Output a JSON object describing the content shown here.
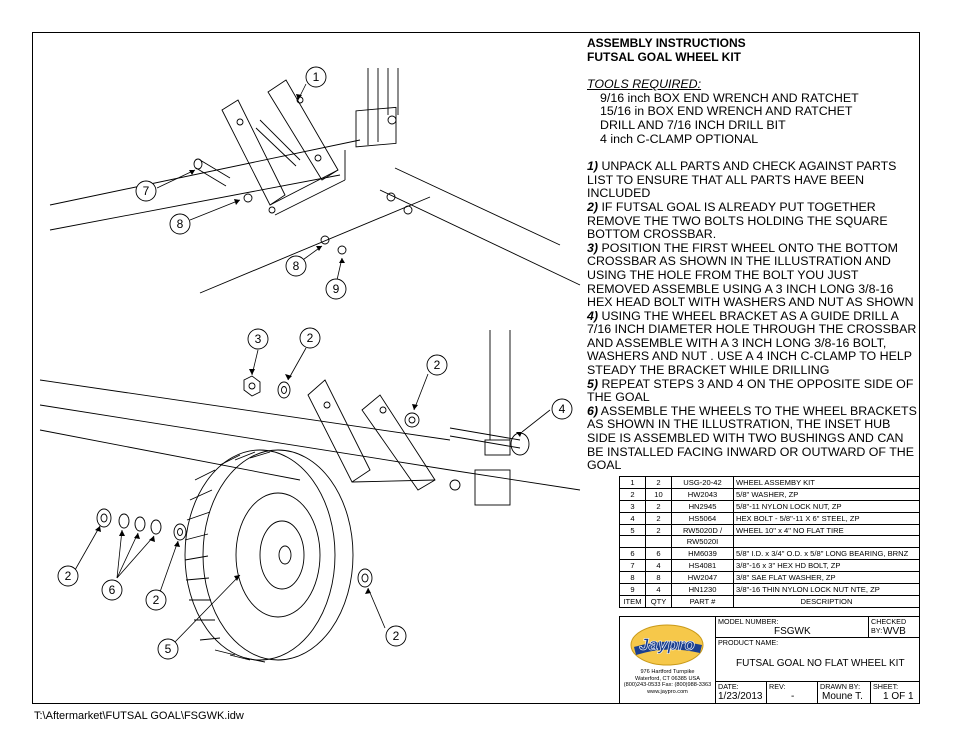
{
  "header": {
    "line1": "ASSEMBLY INSTRUCTIONS",
    "line2": "FUTSAL GOAL WHEEL KIT"
  },
  "tools": {
    "heading": "TOOLS REQUIRED:",
    "items": [
      "9/16 inch BOX END WRENCH AND RATCHET",
      "15/16 in BOX END WRENCH AND RATCHET",
      "DRILL AND 7/16 INCH DRILL BIT",
      "4 inch C-CLAMP OPTIONAL"
    ]
  },
  "steps": [
    {
      "num": "1)",
      "text": " UNPACK ALL PARTS AND CHECK AGAINST PARTS LIST TO ENSURE THAT ALL PARTS HAVE BEEN INCLUDED"
    },
    {
      "num": "2)",
      "text": " IF FUTSAL GOAL IS ALREADY PUT TOGETHER REMOVE THE TWO BOLTS HOLDING THE SQUARE BOTTOM CROSSBAR."
    },
    {
      "num": "3)",
      "text": " POSITION THE FIRST WHEEL ONTO THE BOTTOM CROSSBAR AS SHOWN IN THE ILLUSTRATION AND USING THE HOLE FROM THE BOLT YOU JUST REMOVED ASSEMBLE USING A 3 INCH LONG 3/8-16 HEX HEAD BOLT WITH WASHERS AND NUT AS SHOWN"
    },
    {
      "num": "4)",
      "text": " USING THE WHEEL BRACKET AS A GUIDE DRILL A 7/16 INCH DIAMETER HOLE THROUGH THE CROSSBAR AND ASSEMBLE  WITH A 3 INCH LONG 3/8-16 BOLT, WASHERS AND NUT . USE A 4 INCH C-CLAMP TO HELP STEADY THE BRACKET WHILE DRILLING"
    },
    {
      "num": "5)",
      "text": " REPEAT STEPS 3 AND 4 ON THE OPPOSITE SIDE OF THE GOAL"
    },
    {
      "num": "6)",
      "text": " ASSEMBLE THE WHEELS TO THE WHEEL BRACKETS AS SHOWN IN THE ILLUSTRATION, THE INSET HUB SIDE IS ASSEMBLED WITH TWO BUSHINGS AND CAN BE INSTALLED FACING INWARD OR OUTWARD OF THE GOAL"
    }
  ],
  "bom": {
    "headers": [
      "ITEM",
      "QTY",
      "PART #",
      "DESCRIPTION"
    ],
    "rows": [
      {
        "item": "1",
        "qty": "2",
        "part": "USG-20-42",
        "desc": "WHEEL ASSEMBY KIT"
      },
      {
        "item": "2",
        "qty": "10",
        "part": "HW2043",
        "desc": "5/8\" WASHER, ZP"
      },
      {
        "item": "3",
        "qty": "2",
        "part": "HN2945",
        "desc": "5/8\"-11 NYLON LOCK NUT, ZP"
      },
      {
        "item": "4",
        "qty": "2",
        "part": "HS5064",
        "desc": "HEX BOLT - 5/8\"-11 X 6\" STEEL, ZP"
      },
      {
        "item": "5",
        "qty": "2",
        "part": "RW5020D /",
        "desc": "WHEEL 10\" x 4\" NO FLAT TIRE"
      },
      {
        "item": "",
        "qty": "",
        "part": "RW5020I",
        "desc": ""
      },
      {
        "item": "6",
        "qty": "6",
        "part": "HM6039",
        "desc": "5/8\" I.D. x 3/4\" O.D. x 5/8\" LONG BEARING, BRNZ"
      },
      {
        "item": "7",
        "qty": "4",
        "part": "HS4081",
        "desc": "3/8\"-16 x 3\" HEX HD BOLT, ZP"
      },
      {
        "item": "8",
        "qty": "8",
        "part": "HW2047",
        "desc": "3/8\" SAE FLAT WASHER, ZP"
      },
      {
        "item": "9",
        "qty": "4",
        "part": "HN1230",
        "desc": "3/8\"-16 THIN NYLON LOCK NUT NTE, ZP"
      }
    ]
  },
  "titleblock": {
    "model_label": "MODEL NUMBER:",
    "model": "FSGWK",
    "checked_label": "CHECKED BY:",
    "checked": "WVB",
    "product_label": "PRODUCT NAME:",
    "product": "FUTSAL GOAL NO FLAT WHEEL KIT",
    "date_label": "DATE:",
    "date": "1/23/2013",
    "rev_label": "REV:",
    "rev": "-",
    "drawn_label": "DRAWN BY:",
    "drawn": "Moune  T.",
    "sheet_label": "SHEET:",
    "sheet": "1  OF 1",
    "logo": "Jaypro",
    "address1": "976 Hartford Turnpike",
    "address2": "Waterford, CT 06385 USA",
    "phone": "(800)243-0533  Fax: (800)988-3363",
    "web": "www.jaypro.com"
  },
  "balloons": [
    "1",
    "7",
    "8",
    "8",
    "9",
    "3",
    "2",
    "2",
    "4",
    "2",
    "6",
    "2",
    "5",
    "2"
  ],
  "filepath": "T:\\Aftermarket\\FUTSAL GOAL\\FSGWK.idw"
}
